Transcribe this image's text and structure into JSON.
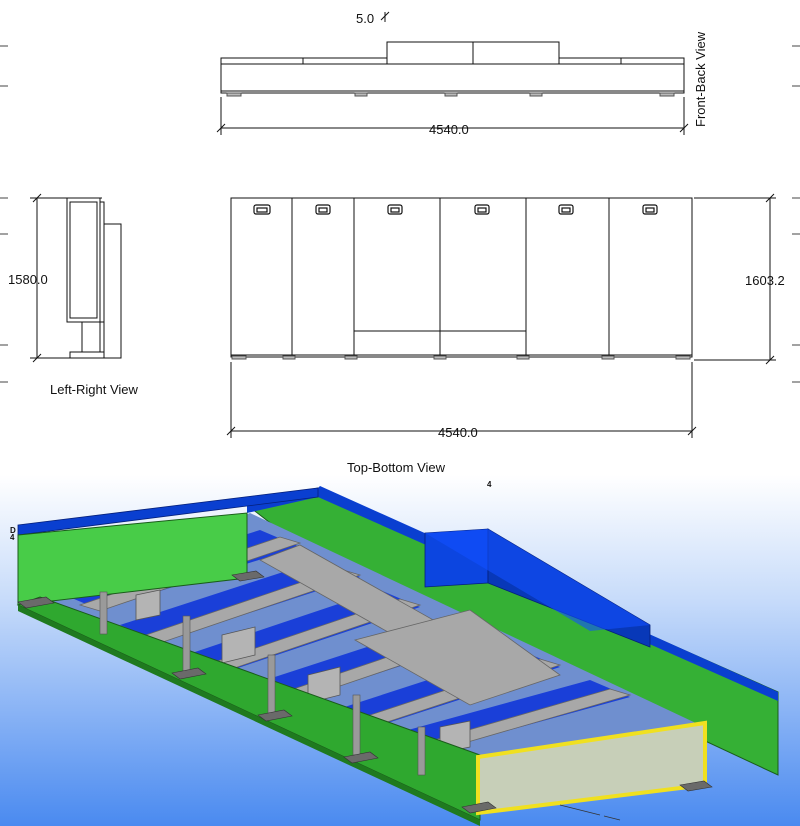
{
  "front_back": {
    "top_offset": "5.0",
    "width": "4540.0",
    "label": "Front-Back View"
  },
  "left_right": {
    "height": "1580.0",
    "label": "Left-Right View"
  },
  "top_bottom": {
    "height": "1603.2",
    "width": "4540.0",
    "label": "Top-Bottom View"
  },
  "model": {
    "marker_right": "4",
    "marker_left_top": "D",
    "marker_left_bottom": "4",
    "colors": {
      "panel_green": "#3ec23e",
      "panel_green_dark": "#2e9a2e",
      "roof_blue": "#0a3fd0",
      "beam_gray": "#a8a8a8",
      "frame_yellow": "#f0e020",
      "sky_top": "#ffffff",
      "sky_bottom": "#4a8af0"
    }
  }
}
